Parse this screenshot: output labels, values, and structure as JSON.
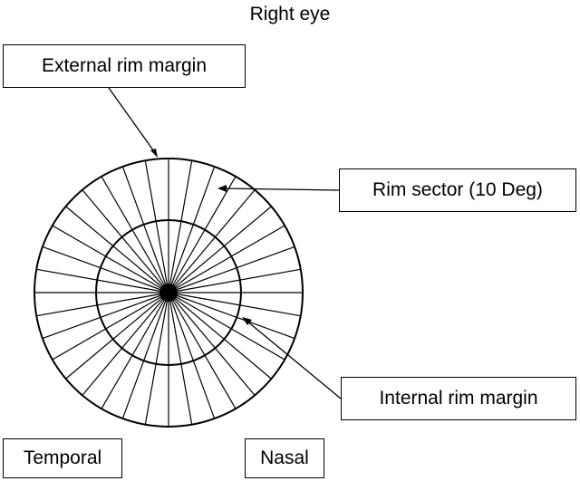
{
  "title": "Right eye",
  "labels": {
    "external_rim": "External rim margin",
    "rim_sector": "Rim sector (10 Deg)",
    "internal_rim": "Internal rim margin",
    "temporal": "Temporal",
    "nasal": "Nasal"
  },
  "diagram": {
    "sector_count": 36,
    "sector_angle_deg": 10
  }
}
